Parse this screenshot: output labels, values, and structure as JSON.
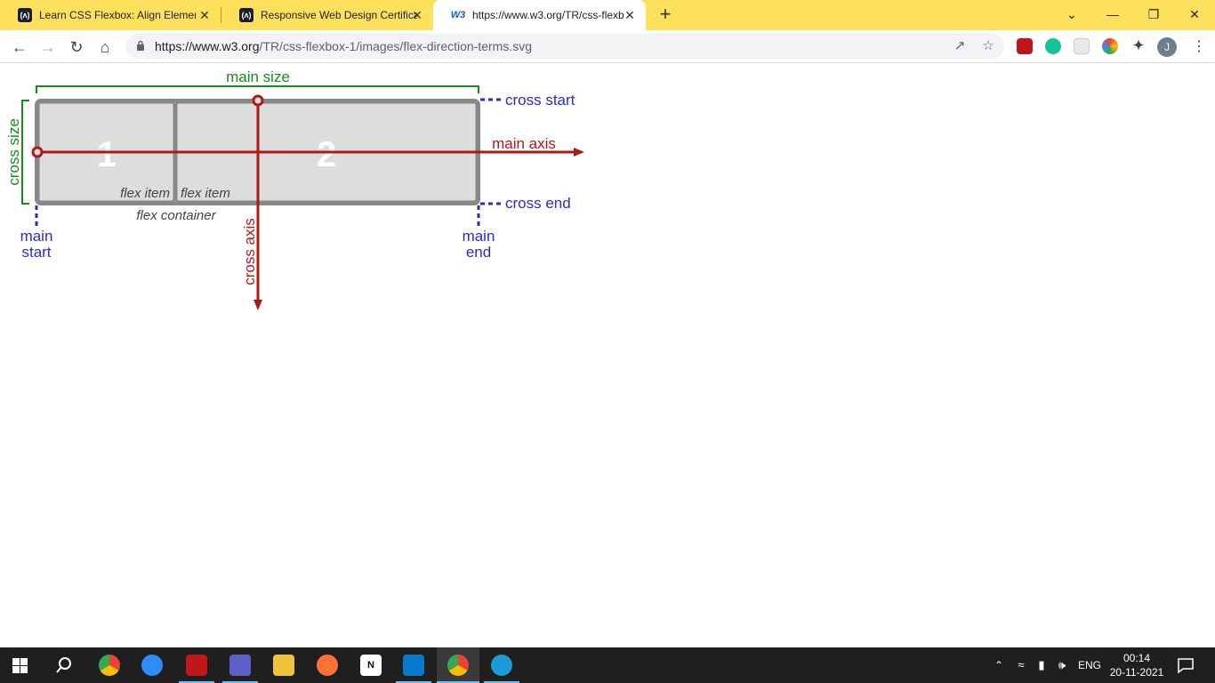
{
  "tabs": [
    {
      "title": "Learn CSS Flexbox: Align Element",
      "favicon": "(ʌ)",
      "close": "✕"
    },
    {
      "title": "Responsive Web Design Certifica",
      "favicon": "(ʌ)",
      "close": "✕"
    },
    {
      "title": "https://www.w3.org/TR/css-flexb",
      "favicon": "W3",
      "close": "✕"
    }
  ],
  "new_tab_label": "+",
  "window_controls": {
    "menu": "⌄",
    "minimize": "—",
    "restore": "❐",
    "close": "✕"
  },
  "toolbar": {
    "back": "←",
    "forward": "→",
    "reload": "↻",
    "home": "⌂",
    "url_host": "https://www.w3.org",
    "url_path": "/TR/css-flexbox-1/images/flex-direction-terms.svg",
    "share": "↗",
    "bookmark": "☆",
    "extensions": "✦",
    "avatar": "J"
  },
  "diagram": {
    "main_size": "main size",
    "cross_size": "cross size",
    "cross_start": "cross start",
    "cross_end": "cross end",
    "main_axis": "main axis",
    "cross_axis": "cross axis",
    "item1_number": "1",
    "item2_number": "2",
    "flex_item_1": "flex item",
    "flex_item_2": "flex item",
    "flex_container": "flex container",
    "main_start_line1": "main",
    "main_start_line2": "start",
    "main_end_line1": "main",
    "main_end_line2": "end"
  },
  "colors": {
    "green": "#1a8a1a",
    "blue": "#2a2ad0",
    "red": "#b01818",
    "gray": "#888888",
    "box": "#dddddd"
  },
  "taskbar": {
    "icons": [
      "windows-start-icon",
      "search-icon",
      "chrome-icon",
      "zoom-icon",
      "acrobat-icon",
      "teams-icon",
      "file-explorer-icon",
      "firefox-icon",
      "notion-icon",
      "vscode-icon",
      "chrome-profile-icon",
      "safari-like-icon"
    ],
    "notion_glyph": "N",
    "language": "ENG",
    "time": "00:14",
    "date": "20-11-2021"
  }
}
